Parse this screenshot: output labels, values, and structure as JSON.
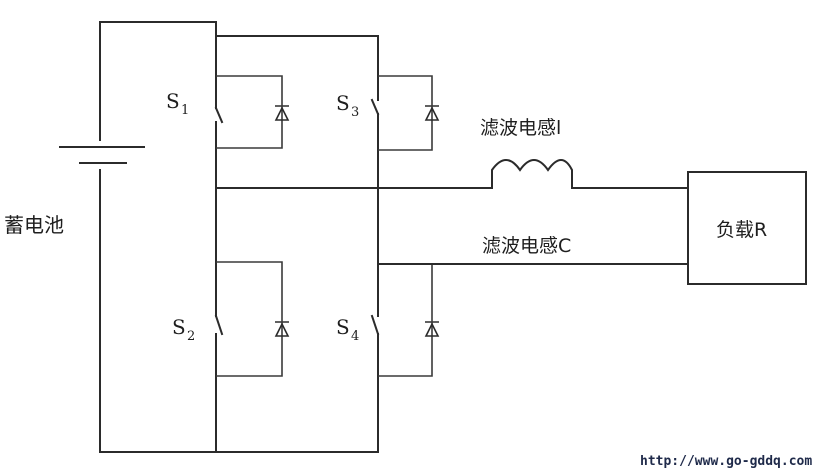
{
  "labels": {
    "battery": "蓄电池",
    "s1_main": "S",
    "s1_sub": "1",
    "s2_main": "S",
    "s2_sub": "2",
    "s3_main": "S",
    "s3_sub": "3",
    "s4_main": "S",
    "s4_sub": "4",
    "inductor": "滤波电感l",
    "capacitor": "滤波电感C",
    "load": "负载R"
  },
  "watermark": {
    "url": "http://www.go-gddq.com"
  }
}
